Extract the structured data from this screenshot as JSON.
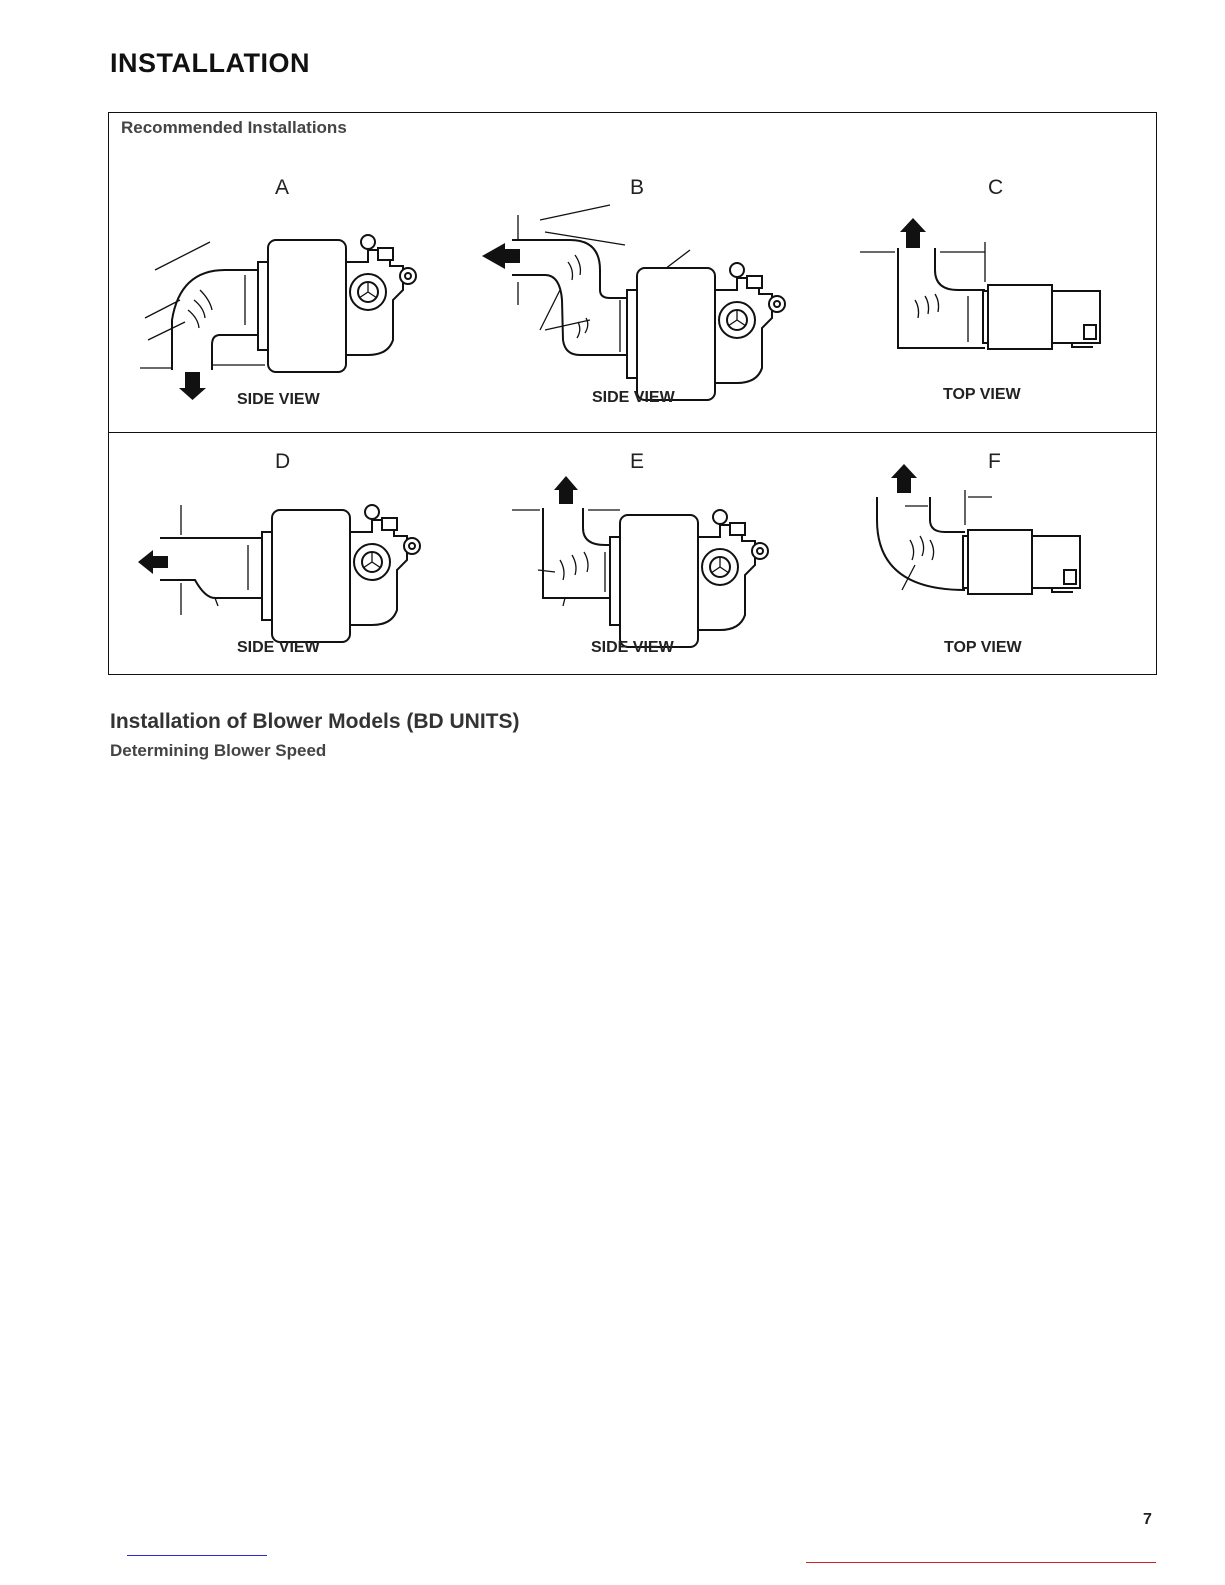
{
  "page": {
    "title": "INSTALLATION",
    "page_number": "7"
  },
  "figure": {
    "caption": "Recommended Installations",
    "panels": [
      {
        "letter": "A",
        "view": "SIDE VIEW"
      },
      {
        "letter": "B",
        "view": "SIDE VIEW"
      },
      {
        "letter": "C",
        "view": "TOP VIEW"
      },
      {
        "letter": "D",
        "view": "SIDE VIEW"
      },
      {
        "letter": "E",
        "view": "SIDE VIEW"
      },
      {
        "letter": "F",
        "view": "TOP VIEW"
      }
    ]
  },
  "section": {
    "title": "Installation of Blower Models (BD UNITS)",
    "subtitle": "Determining Blower Speed"
  }
}
